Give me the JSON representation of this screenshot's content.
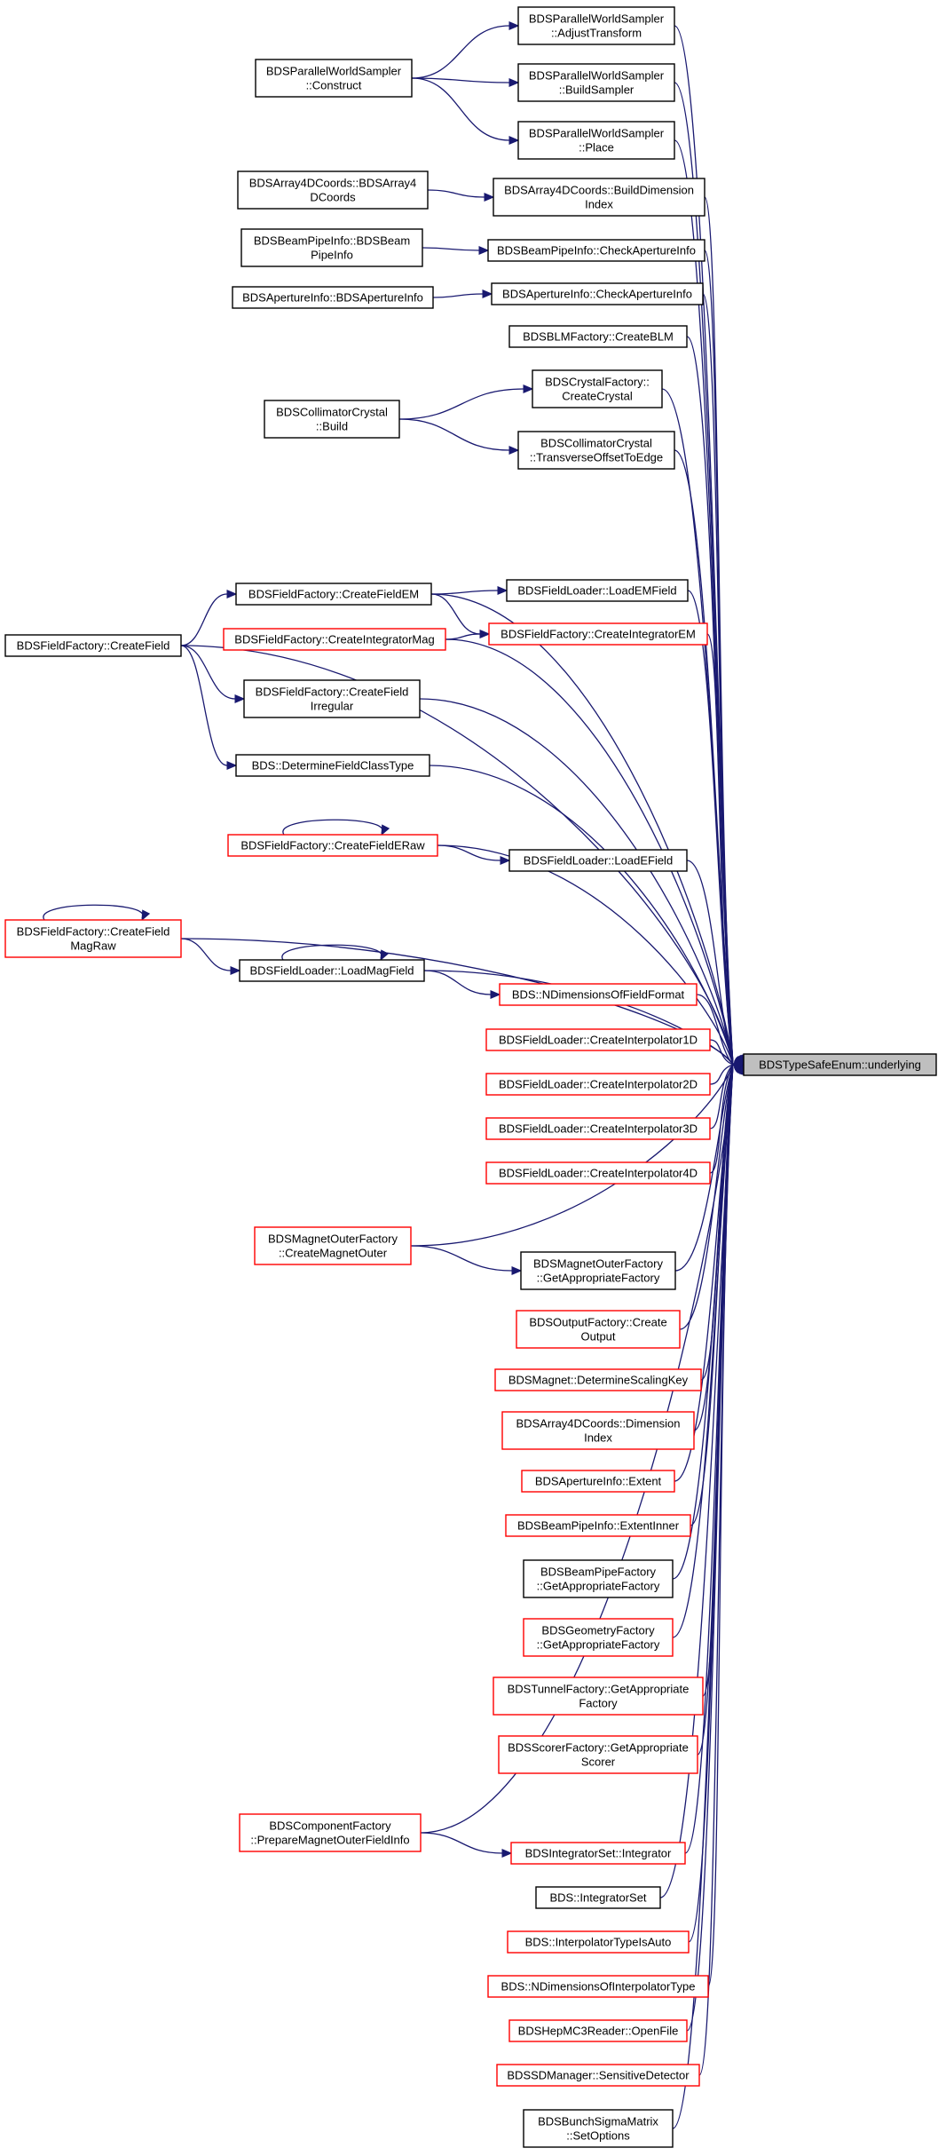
{
  "graph": {
    "colors": {
      "edge": "#191970",
      "border_black": "#000000",
      "border_red": "#ff0000",
      "root_fill": "#bfbfbf"
    },
    "nodes": [
      {
        "id": "root",
        "lines": [
          "BDSTypeSafeEnum::underlying"
        ],
        "style": "root"
      },
      {
        "id": "pws_adjust",
        "lines": [
          "BDSParallelWorldSampler",
          "::AdjustTransform"
        ],
        "style": "black"
      },
      {
        "id": "pws_construct",
        "lines": [
          "BDSParallelWorldSampler",
          "::Construct"
        ],
        "style": "black"
      },
      {
        "id": "pws_build",
        "lines": [
          "BDSParallelWorldSampler",
          "::BuildSampler"
        ],
        "style": "black"
      },
      {
        "id": "pws_place",
        "lines": [
          "BDSParallelWorldSampler",
          "::Place"
        ],
        "style": "black"
      },
      {
        "id": "a4d_ctor",
        "lines": [
          "BDSArray4DCoords::BDSArray4",
          "DCoords"
        ],
        "style": "black"
      },
      {
        "id": "a4d_build",
        "lines": [
          "BDSArray4DCoords::BuildDimension",
          "Index"
        ],
        "style": "black"
      },
      {
        "id": "bpi_ctor",
        "lines": [
          "BDSBeamPipeInfo::BDSBeam",
          "PipeInfo"
        ],
        "style": "black"
      },
      {
        "id": "bpi_check",
        "lines": [
          "BDSBeamPipeInfo::CheckApertureInfo"
        ],
        "style": "black"
      },
      {
        "id": "api_ctor",
        "lines": [
          "BDSApertureInfo::BDSApertureInfo"
        ],
        "style": "black"
      },
      {
        "id": "api_check",
        "lines": [
          "BDSApertureInfo::CheckApertureInfo"
        ],
        "style": "black"
      },
      {
        "id": "blm",
        "lines": [
          "BDSBLMFactory::CreateBLM"
        ],
        "style": "black"
      },
      {
        "id": "crystal",
        "lines": [
          "BDSCrystalFactory::",
          "CreateCrystal"
        ],
        "style": "black"
      },
      {
        "id": "coll_build",
        "lines": [
          "BDSCollimatorCrystal",
          "::Build"
        ],
        "style": "black"
      },
      {
        "id": "coll_trans",
        "lines": [
          "BDSCollimatorCrystal",
          "::TransverseOffsetToEdge"
        ],
        "style": "black"
      },
      {
        "id": "createfield",
        "lines": [
          "BDSFieldFactory::CreateField"
        ],
        "style": "black"
      },
      {
        "id": "createfieldem",
        "lines": [
          "BDSFieldFactory::CreateFieldEM"
        ],
        "style": "black"
      },
      {
        "id": "loademfield",
        "lines": [
          "BDSFieldLoader::LoadEMField"
        ],
        "style": "black"
      },
      {
        "id": "createintmag",
        "lines": [
          "BDSFieldFactory::CreateIntegratorMag"
        ],
        "style": "red"
      },
      {
        "id": "createintem",
        "lines": [
          "BDSFieldFactory::CreateIntegratorEM"
        ],
        "style": "red"
      },
      {
        "id": "createfieldirr",
        "lines": [
          "BDSFieldFactory::CreateField",
          "Irregular"
        ],
        "style": "black"
      },
      {
        "id": "determine",
        "lines": [
          "BDS::DetermineFieldClassType"
        ],
        "style": "black"
      },
      {
        "id": "createferaw",
        "lines": [
          "BDSFieldFactory::CreateFieldERaw"
        ],
        "style": "red"
      },
      {
        "id": "loadefield",
        "lines": [
          "BDSFieldLoader::LoadEField"
        ],
        "style": "black"
      },
      {
        "id": "createmagraw",
        "lines": [
          "BDSFieldFactory::CreateField",
          "MagRaw"
        ],
        "style": "red"
      },
      {
        "id": "loadmagfield",
        "lines": [
          "BDSFieldLoader::LoadMagField"
        ],
        "style": "black"
      },
      {
        "id": "ndimff",
        "lines": [
          "BDS::NDimensionsOfFieldFormat"
        ],
        "style": "red"
      },
      {
        "id": "interp1d",
        "lines": [
          "BDSFieldLoader::CreateInterpolator1D"
        ],
        "style": "red"
      },
      {
        "id": "interp2d",
        "lines": [
          "BDSFieldLoader::CreateInterpolator2D"
        ],
        "style": "red"
      },
      {
        "id": "interp3d",
        "lines": [
          "BDSFieldLoader::CreateInterpolator3D"
        ],
        "style": "red"
      },
      {
        "id": "interp4d",
        "lines": [
          "BDSFieldLoader::CreateInterpolator4D"
        ],
        "style": "red"
      },
      {
        "id": "mof_create",
        "lines": [
          "BDSMagnetOuterFactory",
          "::CreateMagnetOuter"
        ],
        "style": "red"
      },
      {
        "id": "mof_get",
        "lines": [
          "BDSMagnetOuterFactory",
          "::GetAppropriateFactory"
        ],
        "style": "black"
      },
      {
        "id": "output",
        "lines": [
          "BDSOutputFactory::Create",
          "Output"
        ],
        "style": "red"
      },
      {
        "id": "scaling",
        "lines": [
          "BDSMagnet::DetermineScalingKey"
        ],
        "style": "red"
      },
      {
        "id": "a4d_dim",
        "lines": [
          "BDSArray4DCoords::Dimension",
          "Index"
        ],
        "style": "red"
      },
      {
        "id": "api_extent",
        "lines": [
          "BDSApertureInfo::Extent"
        ],
        "style": "red"
      },
      {
        "id": "bpi_extent",
        "lines": [
          "BDSBeamPipeInfo::ExtentInner"
        ],
        "style": "red"
      },
      {
        "id": "bpf_get",
        "lines": [
          "BDSBeamPipeFactory",
          "::GetAppropriateFactory"
        ],
        "style": "black"
      },
      {
        "id": "geo_get",
        "lines": [
          "BDSGeometryFactory",
          "::GetAppropriateFactory"
        ],
        "style": "red"
      },
      {
        "id": "tunnel_get",
        "lines": [
          "BDSTunnelFactory::GetAppropriate",
          "Factory"
        ],
        "style": "red"
      },
      {
        "id": "scorer_get",
        "lines": [
          "BDSScorerFactory::GetAppropriate",
          "Scorer"
        ],
        "style": "red"
      },
      {
        "id": "compfac",
        "lines": [
          "BDSComponentFactory",
          "::PrepareMagnetOuterFieldInfo"
        ],
        "style": "red"
      },
      {
        "id": "intset_int",
        "lines": [
          "BDSIntegratorSet::Integrator"
        ],
        "style": "red"
      },
      {
        "id": "intset",
        "lines": [
          "BDS::IntegratorSet"
        ],
        "style": "black"
      },
      {
        "id": "interp_auto",
        "lines": [
          "BDS::InterpolatorTypeIsAuto"
        ],
        "style": "red"
      },
      {
        "id": "ndim_interp",
        "lines": [
          "BDS::NDimensionsOfInterpolatorType"
        ],
        "style": "red"
      },
      {
        "id": "hepmc",
        "lines": [
          "BDSHepMC3Reader::OpenFile"
        ],
        "style": "red"
      },
      {
        "id": "sdman",
        "lines": [
          "BDSSDManager::SensitiveDetector"
        ],
        "style": "red"
      },
      {
        "id": "bsm",
        "lines": [
          "BDSBunchSigmaMatrix",
          "::SetOptions"
        ],
        "style": "black"
      }
    ],
    "edges": [
      [
        "pws_construct",
        "pws_adjust"
      ],
      [
        "pws_construct",
        "pws_build"
      ],
      [
        "pws_construct",
        "pws_place"
      ],
      [
        "a4d_ctor",
        "a4d_build"
      ],
      [
        "bpi_ctor",
        "bpi_check"
      ],
      [
        "api_ctor",
        "api_check"
      ],
      [
        "coll_build",
        "crystal"
      ],
      [
        "coll_build",
        "coll_trans"
      ],
      [
        "createfield",
        "createfieldem"
      ],
      [
        "createfield",
        "createfieldirr"
      ],
      [
        "createfield",
        "determine"
      ],
      [
        "createfieldem",
        "loademfield"
      ],
      [
        "createfieldem",
        "createintem"
      ],
      [
        "createintmag",
        "createintem"
      ],
      [
        "createferaw",
        "createferaw"
      ],
      [
        "createferaw",
        "loadefield"
      ],
      [
        "createmagraw",
        "createmagraw"
      ],
      [
        "createmagraw",
        "loadmagfield"
      ],
      [
        "loadmagfield",
        "loadmagfield"
      ],
      [
        "loadmagfield",
        "ndimff"
      ],
      [
        "mof_create",
        "mof_get"
      ],
      [
        "compfac",
        "intset_int"
      ],
      [
        "pws_adjust",
        "root"
      ],
      [
        "pws_build",
        "root"
      ],
      [
        "pws_place",
        "root"
      ],
      [
        "a4d_build",
        "root"
      ],
      [
        "bpi_check",
        "root"
      ],
      [
        "api_check",
        "root"
      ],
      [
        "blm",
        "root"
      ],
      [
        "crystal",
        "root"
      ],
      [
        "coll_trans",
        "root"
      ],
      [
        "createfield",
        "root"
      ],
      [
        "createfieldem",
        "root"
      ],
      [
        "loademfield",
        "root"
      ],
      [
        "createintem",
        "root"
      ],
      [
        "createintmag",
        "root"
      ],
      [
        "createfieldirr",
        "root"
      ],
      [
        "determine",
        "root"
      ],
      [
        "createferaw",
        "root"
      ],
      [
        "loadefield",
        "root"
      ],
      [
        "createmagraw",
        "root"
      ],
      [
        "loadmagfield",
        "root"
      ],
      [
        "ndimff",
        "root"
      ],
      [
        "interp1d",
        "root"
      ],
      [
        "interp2d",
        "root"
      ],
      [
        "interp3d",
        "root"
      ],
      [
        "interp4d",
        "root"
      ],
      [
        "mof_create",
        "root"
      ],
      [
        "mof_get",
        "root"
      ],
      [
        "output",
        "root"
      ],
      [
        "scaling",
        "root"
      ],
      [
        "a4d_dim",
        "root"
      ],
      [
        "api_extent",
        "root"
      ],
      [
        "bpi_extent",
        "root"
      ],
      [
        "bpf_get",
        "root"
      ],
      [
        "geo_get",
        "root"
      ],
      [
        "tunnel_get",
        "root"
      ],
      [
        "scorer_get",
        "root"
      ],
      [
        "compfac",
        "root"
      ],
      [
        "intset_int",
        "root"
      ],
      [
        "intset",
        "root"
      ],
      [
        "interp_auto",
        "root"
      ],
      [
        "ndim_interp",
        "root"
      ],
      [
        "hepmc",
        "root"
      ],
      [
        "sdman",
        "root"
      ],
      [
        "bsm",
        "root"
      ]
    ]
  }
}
